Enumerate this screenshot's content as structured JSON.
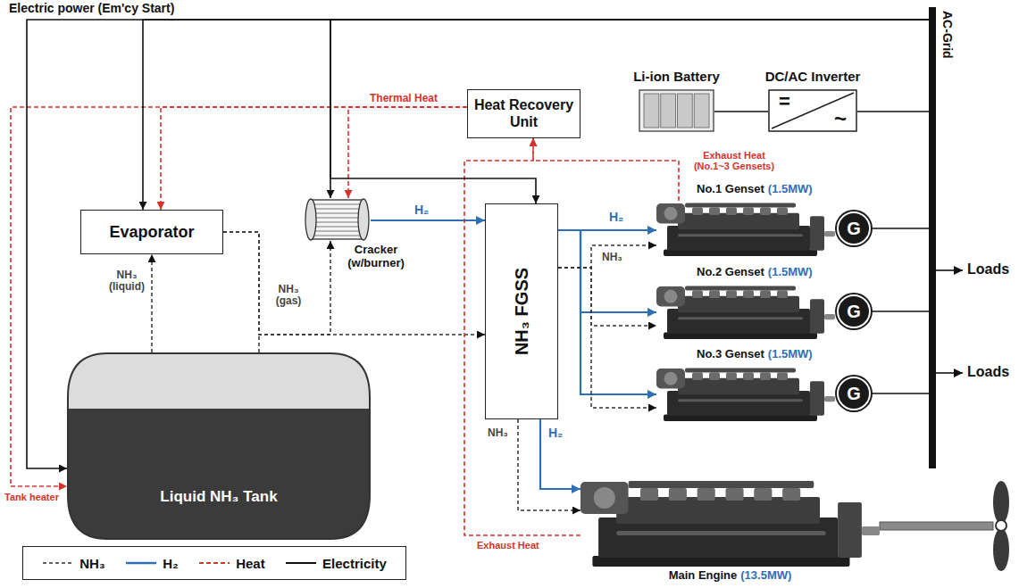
{
  "diagram": {
    "nodes": [
      {
        "text": [
          "Heat Recovery Unit"
        ]
      },
      {
        "text": [
          "Li-ion Battery"
        ]
      },
      {
        "text": [
          "DC/AC Inverter",
          "=",
          "~"
        ]
      },
      {
        "text": [
          "AC-Grid"
        ]
      },
      {
        "text": [
          "Evaporator"
        ]
      },
      {
        "text": [
          "Cracker (w/burner)"
        ]
      },
      {
        "text": [
          "NH₃ FGSS"
        ]
      },
      {
        "text": [
          "No.1 Genset",
          "(1.5MW)"
        ]
      },
      {
        "text": [
          "G"
        ]
      },
      {
        "text": [
          "No.2 Genset",
          "(1.5MW)"
        ]
      },
      {
        "text": [
          "G"
        ]
      },
      {
        "text": [
          "No.3 Genset",
          "(1.5MW)"
        ]
      },
      {
        "text": [
          "G"
        ]
      },
      {
        "text": [
          "Liquid NH₃ Tank"
        ]
      },
      {
        "text": [
          "Main Engine",
          "(13.5MW)"
        ]
      }
    ],
    "edges": [
      {
        "from": 13,
        "to": 4,
        "arrow": "to",
        "label": "NH₃ (liquid)"
      },
      {
        "from": 4,
        "to": 6,
        "arrow": "to",
        "label": "NH₃ (gas)"
      },
      {
        "from": 4,
        "to": 5,
        "arrow": "to"
      },
      {
        "from": 5,
        "to": 6,
        "arrow": "to",
        "label": "H₂"
      },
      {
        "from": 6,
        "to": 7,
        "arrow": "to",
        "label": "H₂"
      },
      {
        "from": 6,
        "to": 9,
        "arrow": "to"
      },
      {
        "from": 6,
        "to": 11,
        "arrow": "to"
      },
      {
        "from": 6,
        "to": 7,
        "arrow": "to",
        "label": "NH₃"
      },
      {
        "from": 6,
        "to": 9,
        "arrow": "to"
      },
      {
        "from": 6,
        "to": 11,
        "arrow": "to"
      },
      {
        "from": 6,
        "to": 14,
        "arrow": "to",
        "label": "H₂"
      },
      {
        "from": 6,
        "to": 14,
        "arrow": "to",
        "label": "NH₃"
      },
      {
        "from": 7,
        "to": 0,
        "arrow": "to",
        "label": "Exhaust Heat (No.1~3 Gensets)"
      },
      {
        "from": 14,
        "to": 0,
        "arrow": "to",
        "label": "Exhaust Heat"
      },
      {
        "from": 0,
        "to": 4,
        "arrow": "to",
        "label": "Thermal Heat"
      },
      {
        "from": 0,
        "to": 5,
        "arrow": "to"
      },
      {
        "from": 0,
        "to": 13,
        "arrow": "to",
        "label": "Tank heater"
      },
      {
        "from": 3,
        "to": 13,
        "arrow": "to",
        "label": "Electric power (Em'cy Start)"
      },
      {
        "from": 3,
        "to": 4,
        "arrow": "to"
      },
      {
        "from": 3,
        "to": 5,
        "arrow": "to"
      },
      {
        "from": 3,
        "to": 6,
        "arrow": "to"
      },
      {
        "from": 1,
        "to": 2,
        "arrow": "none"
      },
      {
        "from": 2,
        "to": 3,
        "arrow": "none"
      },
      {
        "from": 8,
        "to": 3,
        "arrow": "none"
      },
      {
        "from": 10,
        "to": 3,
        "arrow": "none"
      },
      {
        "from": 12,
        "to": 3,
        "arrow": "none"
      }
    ],
    "labels": [
      "Loads",
      "Loads"
    ],
    "legend": [
      {
        "text": "NH₃"
      },
      {
        "text": "H₂"
      },
      {
        "text": "Heat"
      },
      {
        "text": "Electricity"
      }
    ]
  }
}
